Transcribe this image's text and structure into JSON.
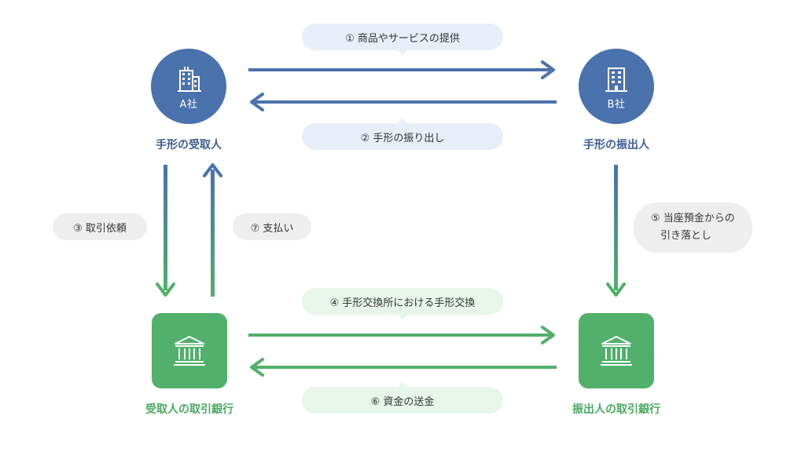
{
  "colors": {
    "blue": "#4a72ad",
    "green": "#51b06b",
    "blue_bubble": "#e8eef7",
    "green_bubble": "#e7f5ea",
    "grey_bubble": "#eeeeee"
  },
  "nodes": {
    "company_a": {
      "label": "A社",
      "role": "手形の受取人",
      "icon": "office-building-icon"
    },
    "company_b": {
      "label": "B社",
      "role": "手形の振出人",
      "icon": "office-building-icon"
    },
    "receiver_bank": {
      "role": "受取人の取引銀行",
      "icon": "bank-icon"
    },
    "issuer_bank": {
      "role": "振出人の取引銀行",
      "icon": "bank-icon"
    }
  },
  "steps": {
    "s1": "① 商品やサービスの提供",
    "s2": "② 手形の振り出し",
    "s3": "③ 取引依頼",
    "s4": "④ 手形交換所における手形交換",
    "s5_line1": "⑤ 当座預金からの",
    "s5_line2": "引き落とし",
    "s6": "⑥ 資金の送金",
    "s7": "⑦ 支払い"
  }
}
